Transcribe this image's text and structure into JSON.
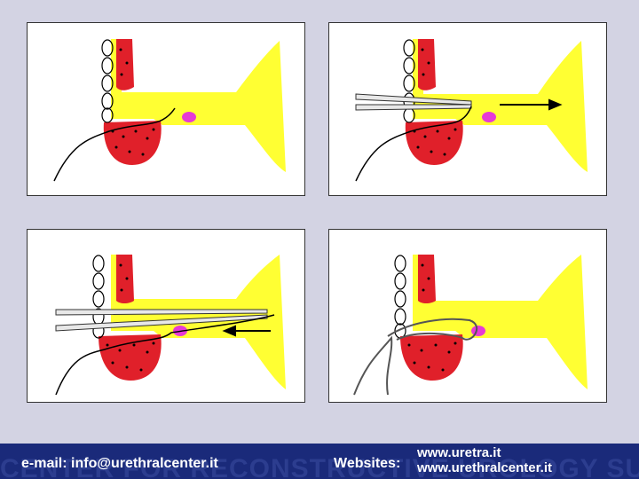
{
  "footer": {
    "watermark": "CENTER FOR RECONSTRUCTIVE UROLOGY SURGERY",
    "email": "e-mail: info@urethralcenter.it",
    "websites_label": "Websites:",
    "website_1": "www.uretra.it",
    "website_2": "www.urethralcenter.it"
  },
  "colors": {
    "urethra": "#ffff33",
    "tissue": "#e0202a",
    "verumontanum": "#e63ad6",
    "background": "#d3d3e3",
    "footer": "#1a2a7a"
  },
  "panels": [
    {
      "id": "step-1",
      "instrument": "none",
      "arrow": "none"
    },
    {
      "id": "step-2",
      "instrument": "forceps",
      "arrow": "right"
    },
    {
      "id": "step-3",
      "instrument": "forceps",
      "arrow": "left"
    },
    {
      "id": "step-4",
      "instrument": "none",
      "arrow": "none"
    }
  ]
}
